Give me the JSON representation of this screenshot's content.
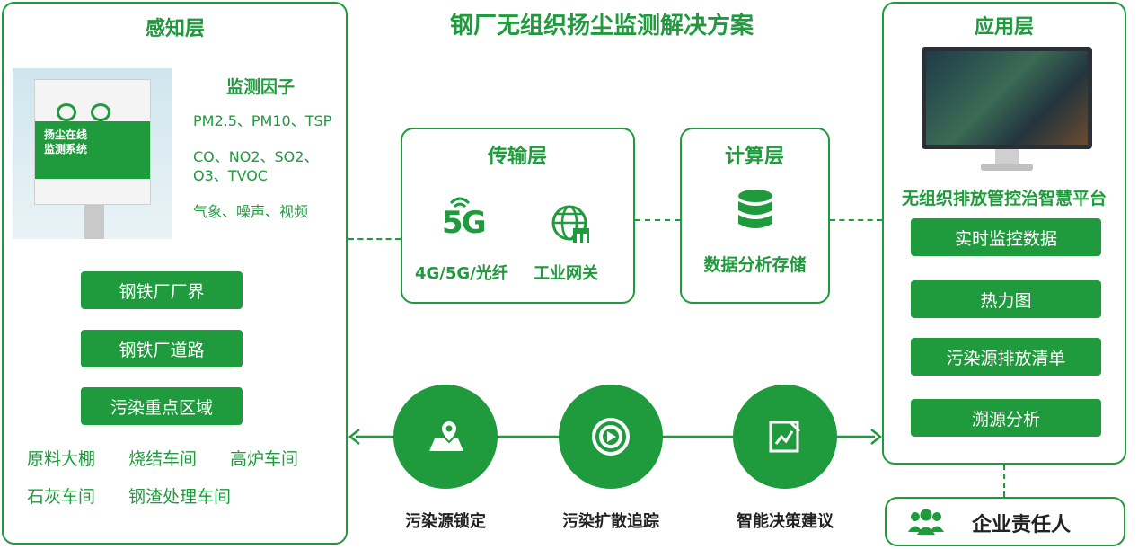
{
  "title": "钢厂无组织扬尘监测解决方案",
  "perception": {
    "title": "感知层",
    "device": {
      "line1": "扬尘在线",
      "line2": "监测系统"
    },
    "factors_title": "监测因子",
    "factors": [
      "PM2.5、PM10、TSP",
      "CO、NO2、SO2、",
      "O3、TVOC",
      "气象、噪声、视频"
    ],
    "buttons": [
      "钢铁厂厂界",
      "钢铁厂道路",
      "污染重点区域"
    ],
    "areas": [
      "原料大棚",
      "烧结车间",
      "高炉车间",
      "石灰车间",
      "钢渣处理车间"
    ]
  },
  "transmission": {
    "title": "传输层",
    "label": "4G/5G/光纤",
    "gateway": "工业网关",
    "fiveg": "5G"
  },
  "compute": {
    "title": "计算层",
    "label": "数据分析存储"
  },
  "application": {
    "title": "应用层",
    "platform": "无组织排放管控治智慧平台",
    "buttons": [
      "实时监控数据",
      "热力图",
      "污染源排放清单",
      "溯源分析"
    ]
  },
  "process": [
    "污染源锁定",
    "污染扩散追踪",
    "智能决策建议"
  ],
  "responsible": "企业责任人",
  "colors": {
    "accent": "#1f9a3d"
  }
}
